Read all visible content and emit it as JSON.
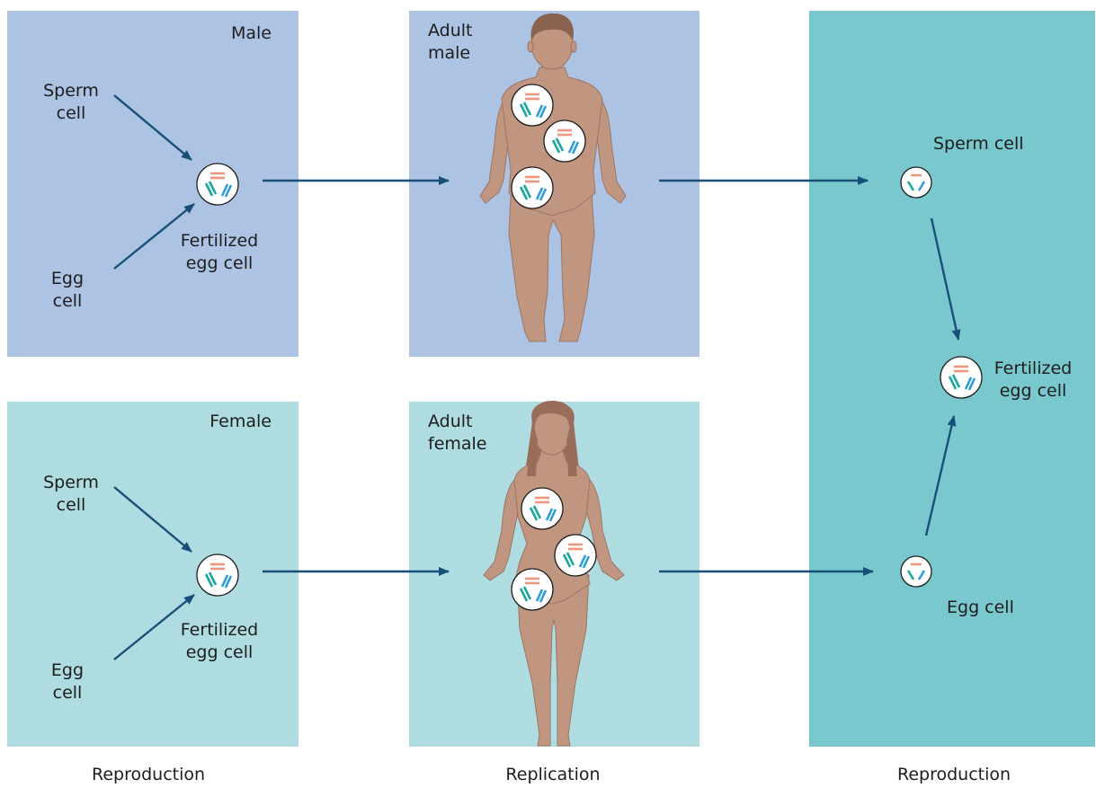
{
  "colors": {
    "male_panel": "#adc3e4",
    "female_panel": "#afdce0",
    "offspring_panel": "#79c8cd",
    "arrow": "#174f78",
    "skin": "#c09680",
    "skin_outline": "#9c7565",
    "hair_male": "#8a6250",
    "hair_female": "#9a6c5a",
    "chromosome_pink": "#f0967f",
    "chromosome_teal": "#1aa89e",
    "chromosome_blue": "#2d9fd6"
  },
  "panels": {
    "male": {
      "title": "Male",
      "sperm_label": [
        "Sperm",
        "cell"
      ],
      "egg_label": [
        "Egg",
        "cell"
      ],
      "zygote_label": [
        "Fertilized",
        "egg cell"
      ]
    },
    "adult_male": {
      "title": [
        "Adult",
        "male"
      ]
    },
    "female": {
      "title": "Female",
      "sperm_label": [
        "Sperm",
        "cell"
      ],
      "egg_label": [
        "Egg",
        "cell"
      ],
      "zygote_label": [
        "Fertilized",
        "egg cell"
      ]
    },
    "adult_female": {
      "title": [
        "Adult",
        "female"
      ]
    },
    "offspring": {
      "sperm_label": "Sperm cell",
      "egg_label": "Egg cell",
      "zygote_label": [
        "Fertilized",
        "egg cell"
      ]
    }
  },
  "captions": {
    "left": "Reproduction",
    "middle": "Replication",
    "right": "Reproduction"
  }
}
